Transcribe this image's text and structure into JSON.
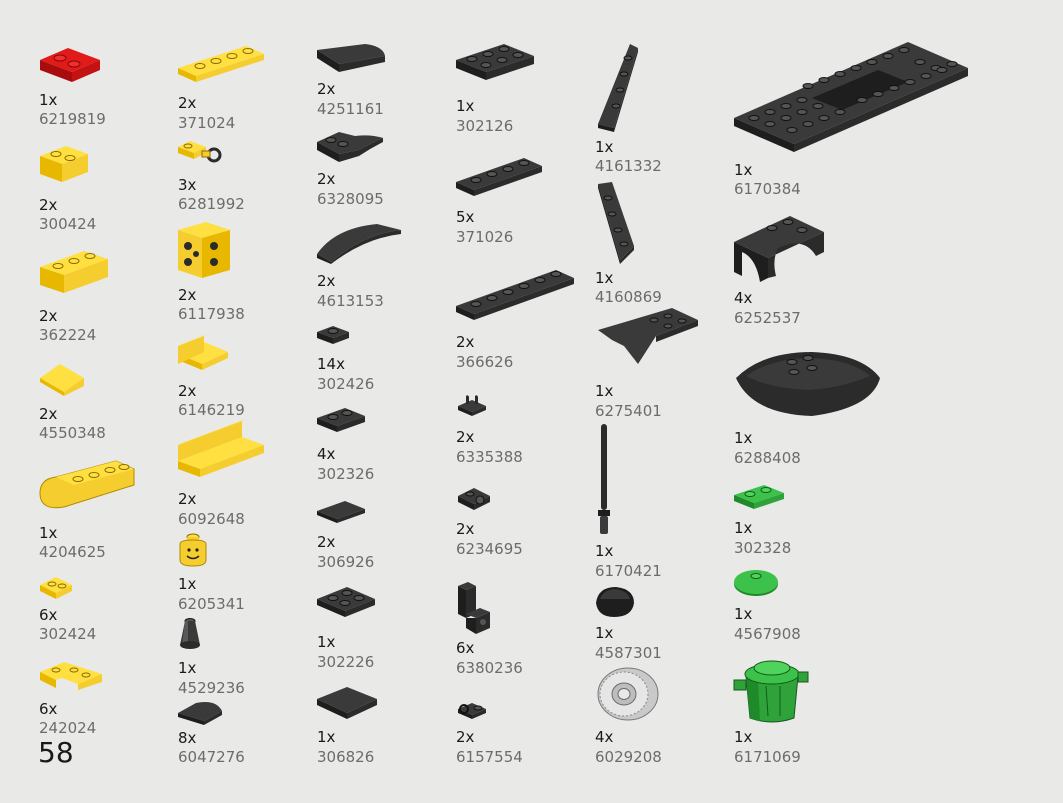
{
  "page_number": "58",
  "parts": [
    {
      "qty": "1x",
      "id": "6219819",
      "icon": "red-plate-2x2-corner-icon",
      "color": "#d01010"
    },
    {
      "qty": "2x",
      "id": "300424",
      "icon": "yellow-brick-1x2-icon",
      "color": "#f5cd2f"
    },
    {
      "qty": "2x",
      "id": "362224",
      "icon": "yellow-brick-1x3-icon",
      "color": "#f5cd2f"
    },
    {
      "qty": "2x",
      "id": "4550348",
      "icon": "yellow-slope-icon",
      "color": "#f5cd2f"
    },
    {
      "qty": "1x",
      "id": "4204625",
      "icon": "yellow-curved-brick-icon",
      "color": "#f5cd2f"
    },
    {
      "qty": "6x",
      "id": "302424",
      "icon": "yellow-plate-1x2-icon",
      "color": "#f5cd2f"
    },
    {
      "qty": "6x",
      "id": "242024",
      "icon": "yellow-plate-corner-icon",
      "color": "#f5cd2f"
    },
    {
      "qty": "2x",
      "id": "371024",
      "icon": "yellow-plate-1x4-icon",
      "color": "#f5cd2f"
    },
    {
      "qty": "3x",
      "id": "6281992",
      "icon": "yellow-clip-plate-icon",
      "color": "#f5cd2f"
    },
    {
      "qty": "2x",
      "id": "6117938",
      "icon": "yellow-bracket-2x2-icon",
      "color": "#f5cd2f"
    },
    {
      "qty": "2x",
      "id": "6146219",
      "icon": "yellow-panel-small-icon",
      "color": "#f5cd2f"
    },
    {
      "qty": "2x",
      "id": "6092648",
      "icon": "yellow-panel-long-icon",
      "color": "#f5cd2f"
    },
    {
      "qty": "1x",
      "id": "6205341",
      "icon": "yellow-minifig-head-icon",
      "color": "#f5cd2f"
    },
    {
      "qty": "1x",
      "id": "4529236",
      "icon": "black-cone-icon",
      "color": "#2b2b2b"
    },
    {
      "qty": "8x",
      "id": "6047276",
      "icon": "black-curved-tile-icon",
      "color": "#2b2b2b"
    },
    {
      "qty": "2x",
      "id": "4251161",
      "icon": "black-curved-slope-icon",
      "color": "#2b2b2b"
    },
    {
      "qty": "2x",
      "id": "6328095",
      "icon": "black-shaped-plate-icon",
      "color": "#2b2b2b"
    },
    {
      "qty": "2x",
      "id": "4613153",
      "icon": "black-arch-slope-icon",
      "color": "#2b2b2b"
    },
    {
      "qty": "14x",
      "id": "302426",
      "icon": "black-plate-1x1-icon",
      "color": "#2b2b2b"
    },
    {
      "qty": "4x",
      "id": "302326",
      "icon": "black-plate-1x2-icon",
      "color": "#2b2b2b"
    },
    {
      "qty": "2x",
      "id": "306926",
      "icon": "black-tile-1x2-icon",
      "color": "#2b2b2b"
    },
    {
      "qty": "1x",
      "id": "302226",
      "icon": "black-plate-2x2-icon",
      "color": "#2b2b2b"
    },
    {
      "qty": "1x",
      "id": "306826",
      "icon": "black-tile-2x2-icon",
      "color": "#2b2b2b"
    },
    {
      "qty": "1x",
      "id": "302126",
      "icon": "black-plate-2x3-icon",
      "color": "#2b2b2b"
    },
    {
      "qty": "5x",
      "id": "371026",
      "icon": "black-plate-1x4-icon",
      "color": "#2b2b2b"
    },
    {
      "qty": "2x",
      "id": "366626",
      "icon": "black-plate-1x6-icon",
      "color": "#2b2b2b"
    },
    {
      "qty": "2x",
      "id": "6335388",
      "icon": "black-clip-icon",
      "color": "#2b2b2b"
    },
    {
      "qty": "2x",
      "id": "6234695",
      "icon": "black-pin-plate-icon",
      "color": "#2b2b2b"
    },
    {
      "qty": "6x",
      "id": "6380236",
      "icon": "black-bracket-icon",
      "color": "#2b2b2b"
    },
    {
      "qty": "2x",
      "id": "6157554",
      "icon": "black-bar-holder-icon",
      "color": "#2b2b2b"
    },
    {
      "qty": "1x",
      "id": "4161332",
      "icon": "black-wedge-plate-left-icon",
      "color": "#2b2b2b"
    },
    {
      "qty": "1x",
      "id": "4160869",
      "icon": "black-wedge-plate-right-icon",
      "color": "#2b2b2b"
    },
    {
      "qty": "1x",
      "id": "6275401",
      "icon": "black-wing-plate-icon",
      "color": "#2b2b2b"
    },
    {
      "qty": "1x",
      "id": "6170421",
      "icon": "black-bar-icon",
      "color": "#2b2b2b"
    },
    {
      "qty": "1x",
      "id": "4587301",
      "icon": "black-dish-icon",
      "color": "#2b2b2b"
    },
    {
      "qty": "4x",
      "id": "6029208",
      "icon": "tire-icon",
      "color": "#d8d8d8"
    },
    {
      "qty": "1x",
      "id": "6170384",
      "icon": "black-frame-plate-icon",
      "color": "#2b2b2b"
    },
    {
      "qty": "4x",
      "id": "6252537",
      "icon": "black-mudguard-icon",
      "color": "#2b2b2b"
    },
    {
      "qty": "1x",
      "id": "6288408",
      "icon": "black-car-roof-icon",
      "color": "#2b2b2b"
    },
    {
      "qty": "1x",
      "id": "302328",
      "icon": "green-plate-1x2-icon",
      "color": "#2fa33a"
    },
    {
      "qty": "1x",
      "id": "4567908",
      "icon": "green-round-tile-icon",
      "color": "#2fa33a"
    },
    {
      "qty": "1x",
      "id": "6171069",
      "icon": "green-trash-can-icon",
      "color": "#2fa33a"
    }
  ]
}
